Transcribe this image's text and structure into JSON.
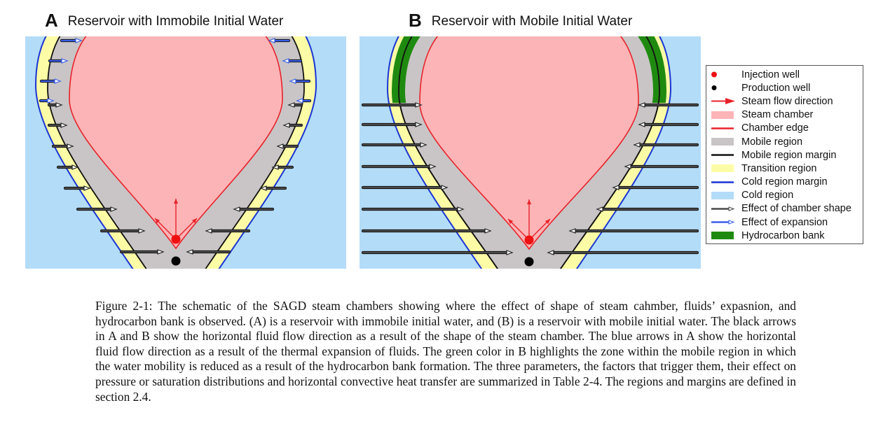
{
  "panels": [
    {
      "id": "A",
      "letter": "A",
      "title": "Reservoir with Immobile Initial Water",
      "hydrocarbon_bank": false,
      "expansion_arrows": true
    },
    {
      "id": "B",
      "letter": "B",
      "title": "Reservoir with Mobile Initial Water",
      "hydrocarbon_bank": true,
      "expansion_arrows": false
    }
  ],
  "legend": {
    "items": [
      {
        "label": "Injection well",
        "icon": "red-dot-icon"
      },
      {
        "label": "Production well",
        "icon": "black-dot-icon"
      },
      {
        "label": "Steam flow direction",
        "icon": "red-arrow-icon"
      },
      {
        "label": "Steam chamber",
        "icon": "pink-swatch-icon"
      },
      {
        "label": "Chamber edge",
        "icon": "red-line-icon"
      },
      {
        "label": "Mobile region",
        "icon": "gray-swatch-icon"
      },
      {
        "label": "Mobile region margin",
        "icon": "black-line-icon"
      },
      {
        "label": "Transition region",
        "icon": "yellow-swatch-icon"
      },
      {
        "label": "Cold region margin",
        "icon": "blue-line-icon"
      },
      {
        "label": "Cold region",
        "icon": "light-blue-swatch-icon"
      },
      {
        "label": "Effect of chamber shape",
        "icon": "gray-arrow-icon"
      },
      {
        "label": "Effect of expansion",
        "icon": "blue-arrow-icon"
      },
      {
        "label": "Hydrocarbon bank",
        "icon": "green-swatch-icon"
      }
    ]
  },
  "colors": {
    "cold_region": "#b3dcf8",
    "cold_margin": "#1a35d4",
    "transition_region": "#fdfca6",
    "mobile_region": "#c9c5c6",
    "mobile_margin": "#111111",
    "steam_chamber": "#fcb4b6",
    "chamber_edge": "#e8222a",
    "injection_well": "#ee1111",
    "production_well": "#000000",
    "hydrocarbon_bank": "#1f8a10",
    "shape_arrow": "#4a4a4a",
    "expansion_arrow": "#3a5ee8"
  },
  "caption": "Figure 2-1: The schematic of the SAGD steam chambers showing where the effect of shape of steam cahmber, fluids’ expasnion, and hydrocarbon bank is observed. (A) is a reservoir with immobile initial water, and (B) is a reservoir with mobile initial water. The black arrows in A and B show the horizontal fluid flow direction as a result of the shape of the steam chamber. The blue arrows in A show the horizontal fluid flow direction as a result of the thermal expansion of fluids. The green color in B highlights the zone within the mobile region in which the water mobility is reduced as a result of the hydrocarbon bank formation. The three parameters, the factors that trigger them, their effect on pressure or saturation distributions and horizontal convective heat transfer are summarized in Table 2-4. The regions and margins are defined in section 2.4."
}
